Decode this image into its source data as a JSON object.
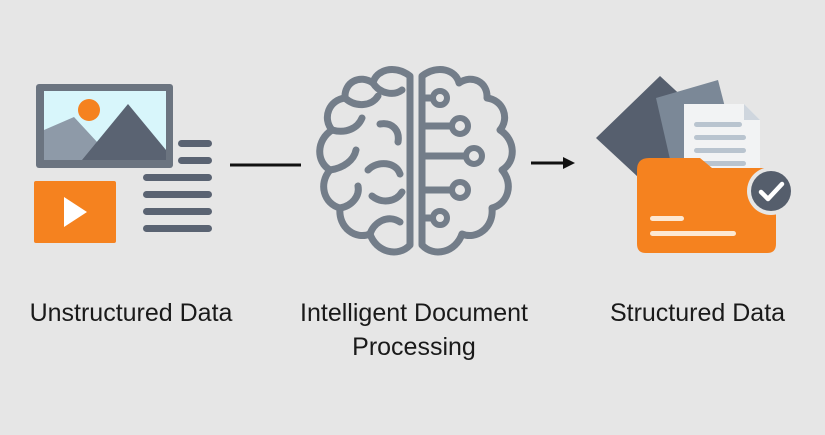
{
  "diagram": {
    "steps": [
      {
        "title_lines": [
          "Unstructured Data"
        ]
      },
      {
        "title_lines": [
          "Intelligent Document",
          "Processing"
        ]
      },
      {
        "title_lines": [
          "Structured Data"
        ]
      }
    ],
    "colors": {
      "background": "#e6e6e6",
      "orange": "#f5821f",
      "slate": "#5a6372",
      "slate_light": "#7b8897",
      "brain_stroke": "#737d89",
      "sky": "#d8f6fb",
      "paper": "#f2f3f4",
      "dark": "#111111"
    },
    "icons": {
      "step1": "media-document-icon",
      "connector1": "line-connector",
      "step2": "brain-circuit-icon",
      "connector2": "arrow-right-icon",
      "step3": "folder-check-icon"
    }
  }
}
